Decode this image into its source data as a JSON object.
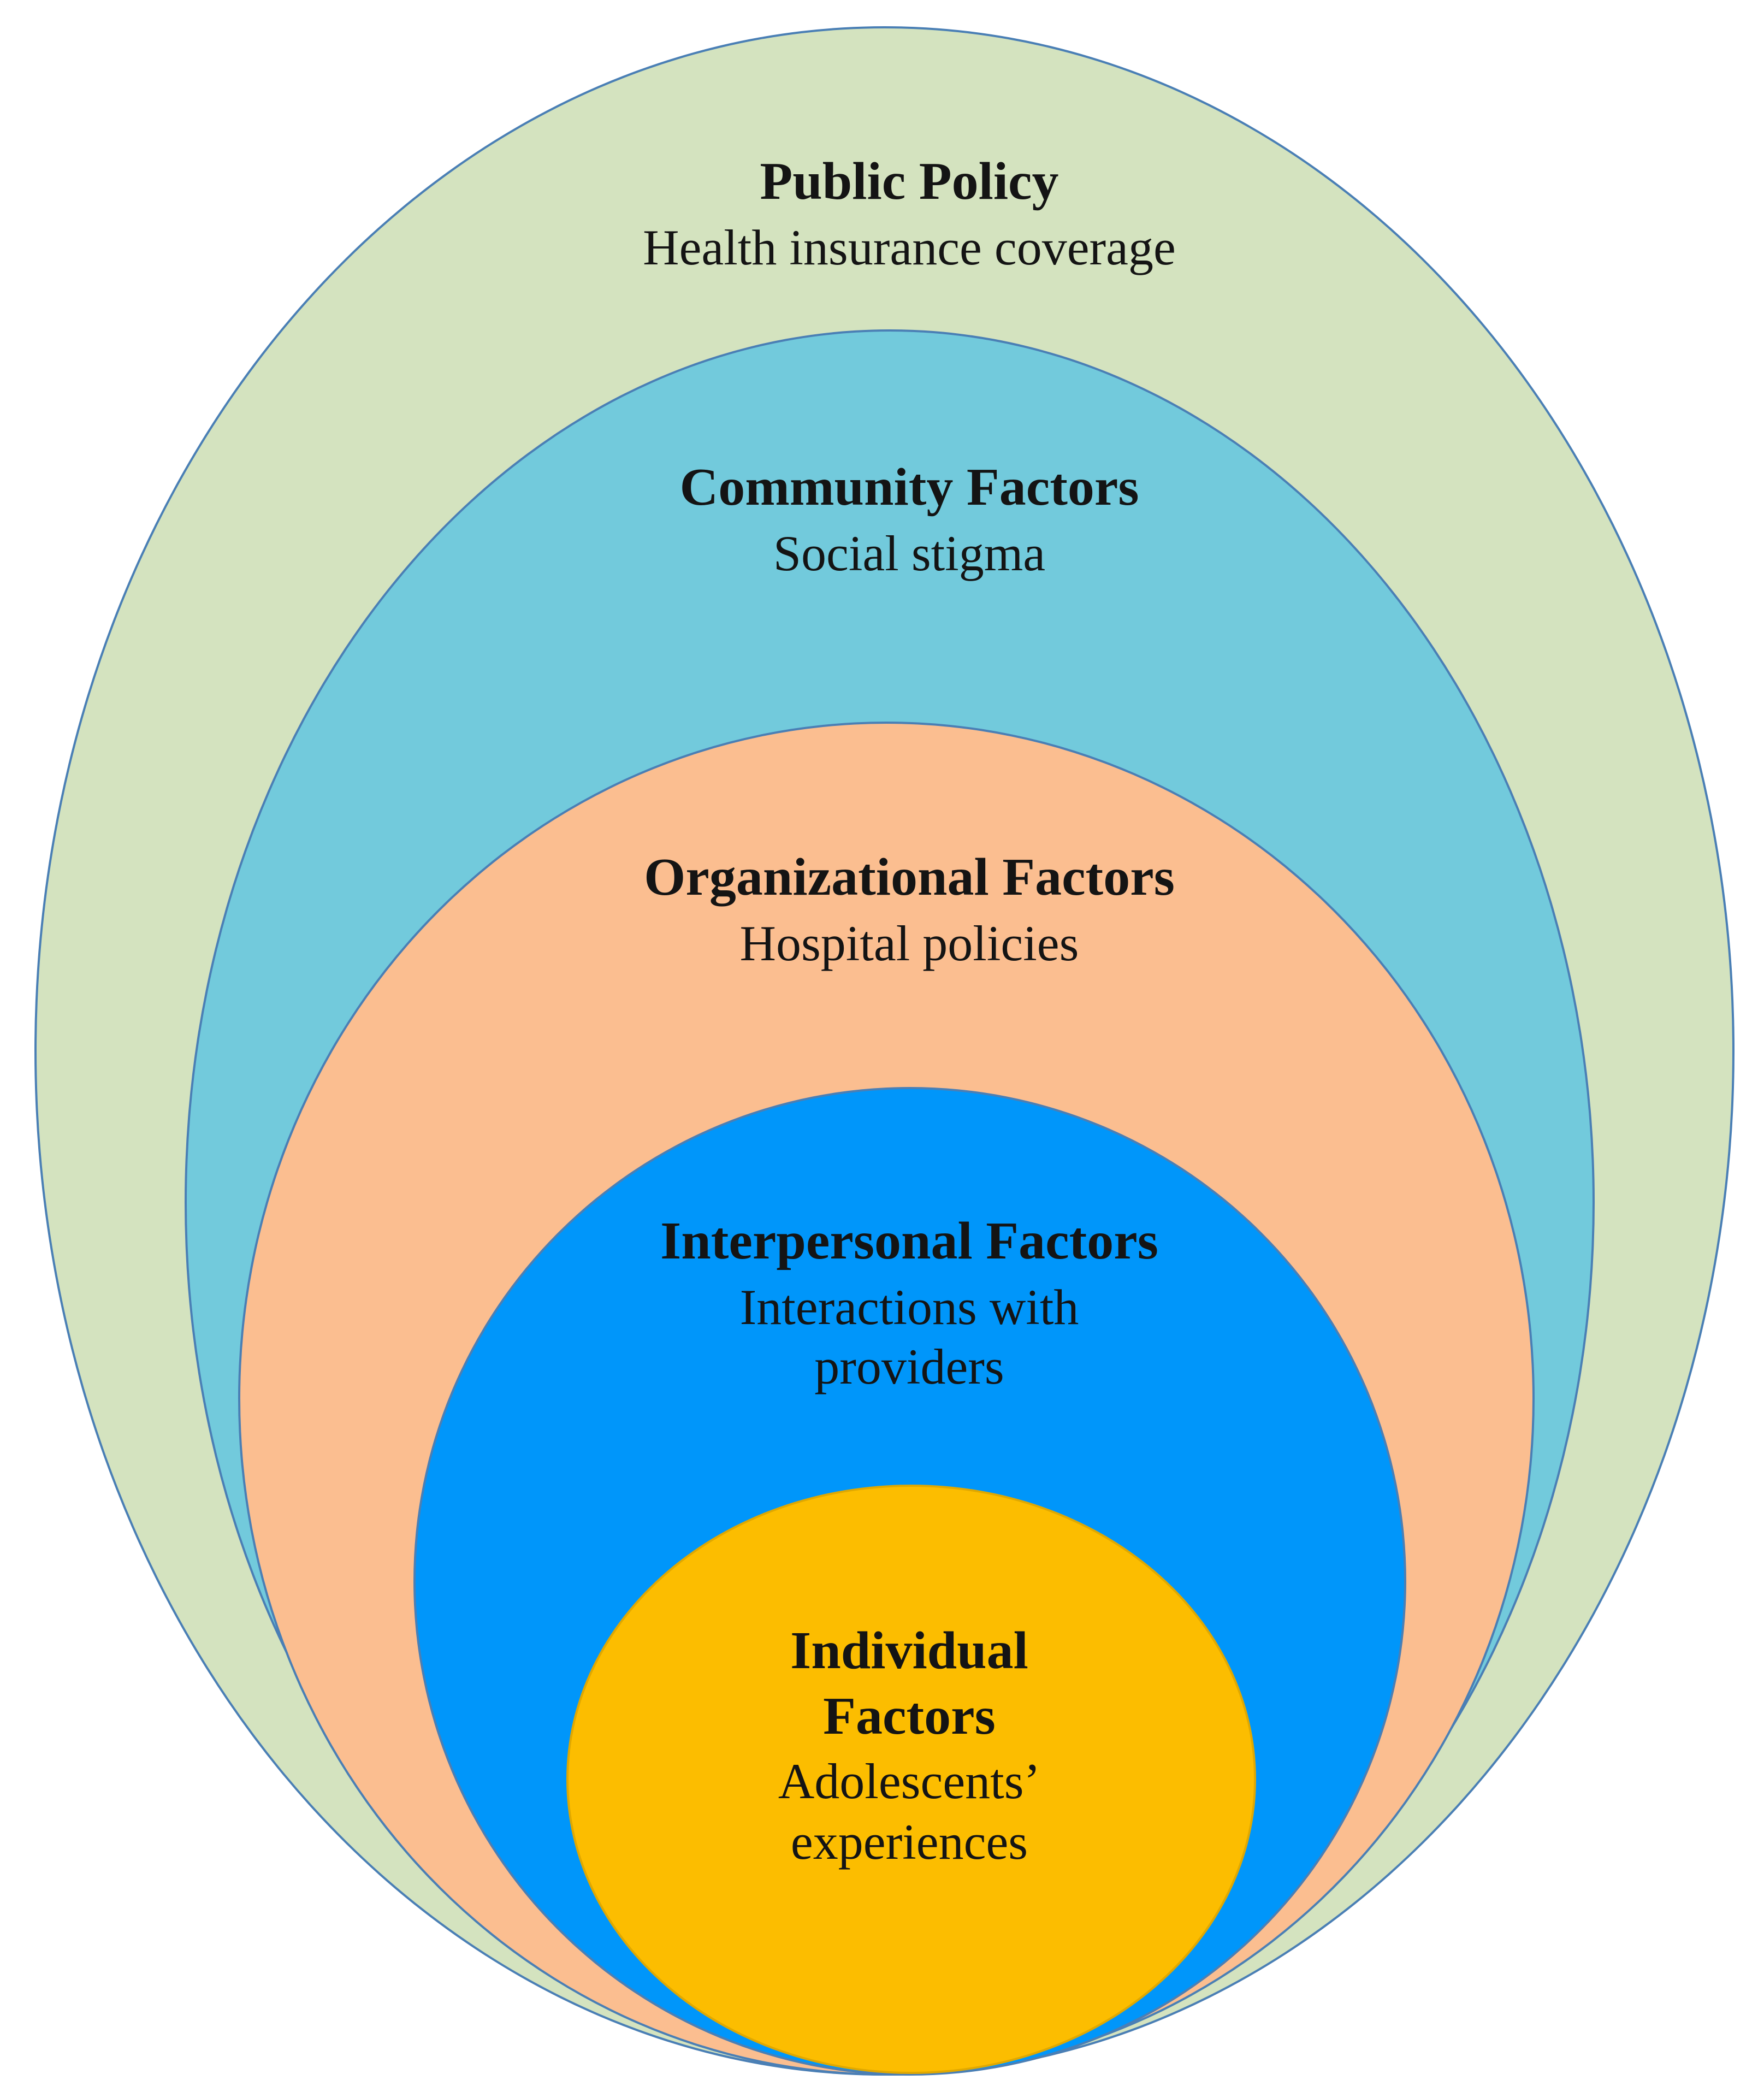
{
  "colors": {
    "public_policy": "#d4e3bf",
    "community": "#72cadc",
    "organizational": "#fbbe90",
    "interpersonal": "#0096fa",
    "individual": "#fcbd00",
    "outline": "#4a7fb5",
    "text": "#141414"
  },
  "levels": {
    "public_policy": {
      "title": "Public Policy",
      "description": "Health insurance coverage"
    },
    "community": {
      "title": "Community Factors",
      "description": "Social stigma"
    },
    "organizational": {
      "title": "Organizational Factors",
      "description": "Hospital policies"
    },
    "interpersonal": {
      "title": "Interpersonal Factors",
      "description_line1": "Interactions with",
      "description_line2": "providers"
    },
    "individual": {
      "title_line1": "Individual",
      "title_line2": "Factors",
      "description_line1": "Adolescents’",
      "description_line2": "experiences"
    }
  }
}
